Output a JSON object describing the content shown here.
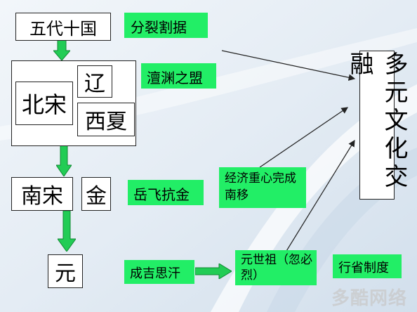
{
  "nodes": {
    "wudai": "五代十国",
    "beisong": "北宋",
    "liao": "辽",
    "xixia": "西夏",
    "nansong": "南宋",
    "jin": "金",
    "yuan": "元",
    "culture": "多元文化交融"
  },
  "labels": {
    "fenlie": "分裂割据",
    "chanyuan": "澶渊之盟",
    "yuefei": "岳飞抗金",
    "jingji": "经济重心完成南移",
    "chengjisihan": "成吉思汗",
    "yuanshizu": "元世祖（忽必烈）",
    "xingsheng": "行省制度"
  },
  "watermark": "多酷网络",
  "colors": {
    "label_bg": "#22ee66",
    "flow_arrow": "#22cc55",
    "background": "#e9f0f6"
  }
}
